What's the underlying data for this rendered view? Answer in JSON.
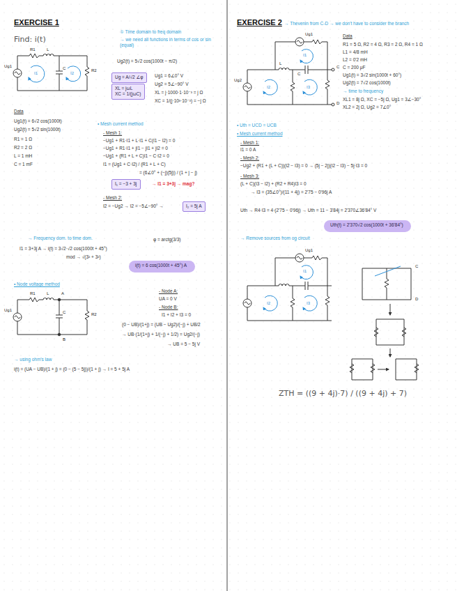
{
  "diagram": {
    "nodes": [
      {
        "text": [
          "Ug = A/√2 ∠φ"
        ]
      },
      {
        "text": [
          "XL = jωL",
          "XC = 1/(jωC)"
        ]
      },
      {
        "text": [
          "I₁ = −3 + 3j"
        ]
      },
      {
        "text": [
          "I₂ = 5j A"
        ]
      },
      {
        "text": [
          "i(t) = 6 cos(1000t + 45°) A"
        ]
      },
      {
        "text": [
          "Uth(t) = 2'370√2 cos(1000t + 36'84°)"
        ]
      }
    ],
    "labels": [
      "EXERCISE 1",
      "Find: i(t)",
      "Ug1",
      "R1",
      "L",
      "C",
      "R2",
      "I1",
      "I2",
      "Data",
      "Ug1(t) = 6√2 cos(1000t)",
      "Ug2(t) = 5√2 sin(1000t)",
      "R1 = 1 Ω",
      "R2 = 2 Ω",
      "L = 1 mH",
      "C = 1 mF",
      "① Time domain to freq domain",
      "→ we need all functions in terms of cos or sin (equal)",
      "Ug2(t) = 5√2 cos(1000t − π/2)",
      "Ug1 = 6∠0° V",
      "Ug2 = 5∠−90° V",
      "XL = j·1000·1·10⁻³ = j Ω",
      "XC = 1/(j·10³·10⁻³) = −j Ω",
      "• Mesh current method",
      "- Mesh 1:",
      "−Ug1 + R1·I1 + L·I1 + C(I1 − I2) = 0",
      "−Ug1 + R1·I1 + jI1 − jI1 + jI2 = 0",
      "−Ug1 + (R1 + L + C)I1 − C·I2 = 0",
      "I1 = (Ug1 + C·I2) / (R1 + L + C)",
      "= (6∠0° + (−j)(5j)) / (1 + j − j)",
      "→ I1 = 3+3j → mag?",
      "- Mesh 2:",
      "I2 = −Ug2 → I2 = −5∠−90° →",
      "→ Frequency dom. to time dom.",
      "I1 = 3+3j A → i(t) = 3√2·√2 cos(1000t + 45°)",
      "mod → √(3² + 3²)",
      "φ = arctg(3/3)",
      "• Node voltage method",
      "A",
      "B",
      "Ug1",
      "R1",
      "L",
      "C",
      "R2",
      "- Node A:",
      "UA = 0 V",
      "- Node B:",
      "I1 + I2 + I3 = 0",
      "(0 − UB)/(1+j) = (UB − Ug2)/(−j) + UB/2",
      "→ UB·(1/(1+j) + 1/(−j) + 1/2) = Ug2/(−j)",
      "→ UB = 5 − 5j V",
      "→ using ohm's law",
      "i(t) = (UA − UB)/(1 + j) = (0 − (5 − 5j))/(1 + j) → I = 5 + 5j A",
      "EXERCISE 2",
      "→ Thevenin from C-D → we don't have to consider the branch",
      "Ug1",
      "I1",
      "L",
      "C",
      "Ug2",
      "I2",
      "I3",
      "C",
      "D",
      "Data",
      "R1 = 5 Ω,  R2 = 4 Ω,  R3 = 2 Ω,  R4 = 1 Ω",
      "L1 = 4/8 mH",
      "L2 = 0'2 mH",
      "C = 200 μF",
      "Ug1(t) = 3√2 sin(1000t + 60°)",
      "Ug2(t) = 7√2 cos(1000t)",
      "→ time to frequency",
      "XL1 = 8j Ω,  XC = −5j Ω,  Ug1 = 3∠−30°",
      "XL2 = 2j Ω,  Ug2 = 7∠0°",
      "• Uth = UCD = UCB",
      "• Mesh current method",
      "- Mesh 1:",
      "I1 = 0 A",
      "- Mesh 2:",
      "−Ug2 + (R1 + (L + C))(I2 − I3) = 0 → (5j − 2j)(I2 − I3) − 5j·I3 = 0",
      "- Mesh 3:",
      "(L + C)(I3 − I2) + (R2 + R4)I3 = 0",
      "→ I3 = (35∠0°)/(11 + 4j) = 2'75 − 0'96j A",
      "Uth → R4·I3 = 4·(2'75 − 0'96j) → Uth = 11 − 3'84j = 2'370∠36'84° V",
      "→ Remove sources from og circuit",
      "Ug1",
      "I1",
      "I2",
      "I3",
      "C",
      "D",
      "ZTH = ((9 + 4j)·7) / ((9 + 4j) + 7)"
    ]
  }
}
